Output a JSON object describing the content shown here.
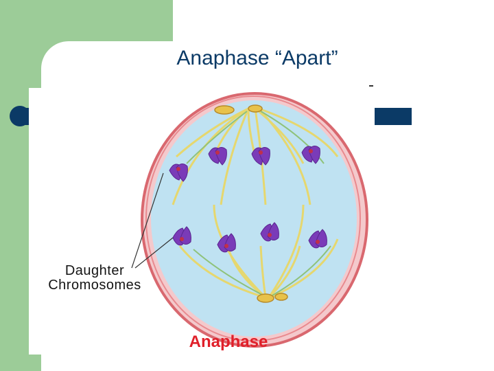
{
  "slide": {
    "title": "Anaphase “Apart”"
  },
  "figure": {
    "label_daughter_line1": "Daughter",
    "label_daughter_line2": "Chromosomes",
    "label_stage": "Anaphase"
  },
  "colors": {
    "background": "#ffffff",
    "accent_green": "#9ccc98",
    "accent_navy": "#0b3a66",
    "cell_fill": "#bfe2f2",
    "cell_membrane": "#e0707a",
    "spindle": "#e6d76e",
    "chromosome": "#7a3bb8",
    "stage_label": "#e0202a"
  },
  "icons": {
    "decoration": "bullet-bar"
  }
}
